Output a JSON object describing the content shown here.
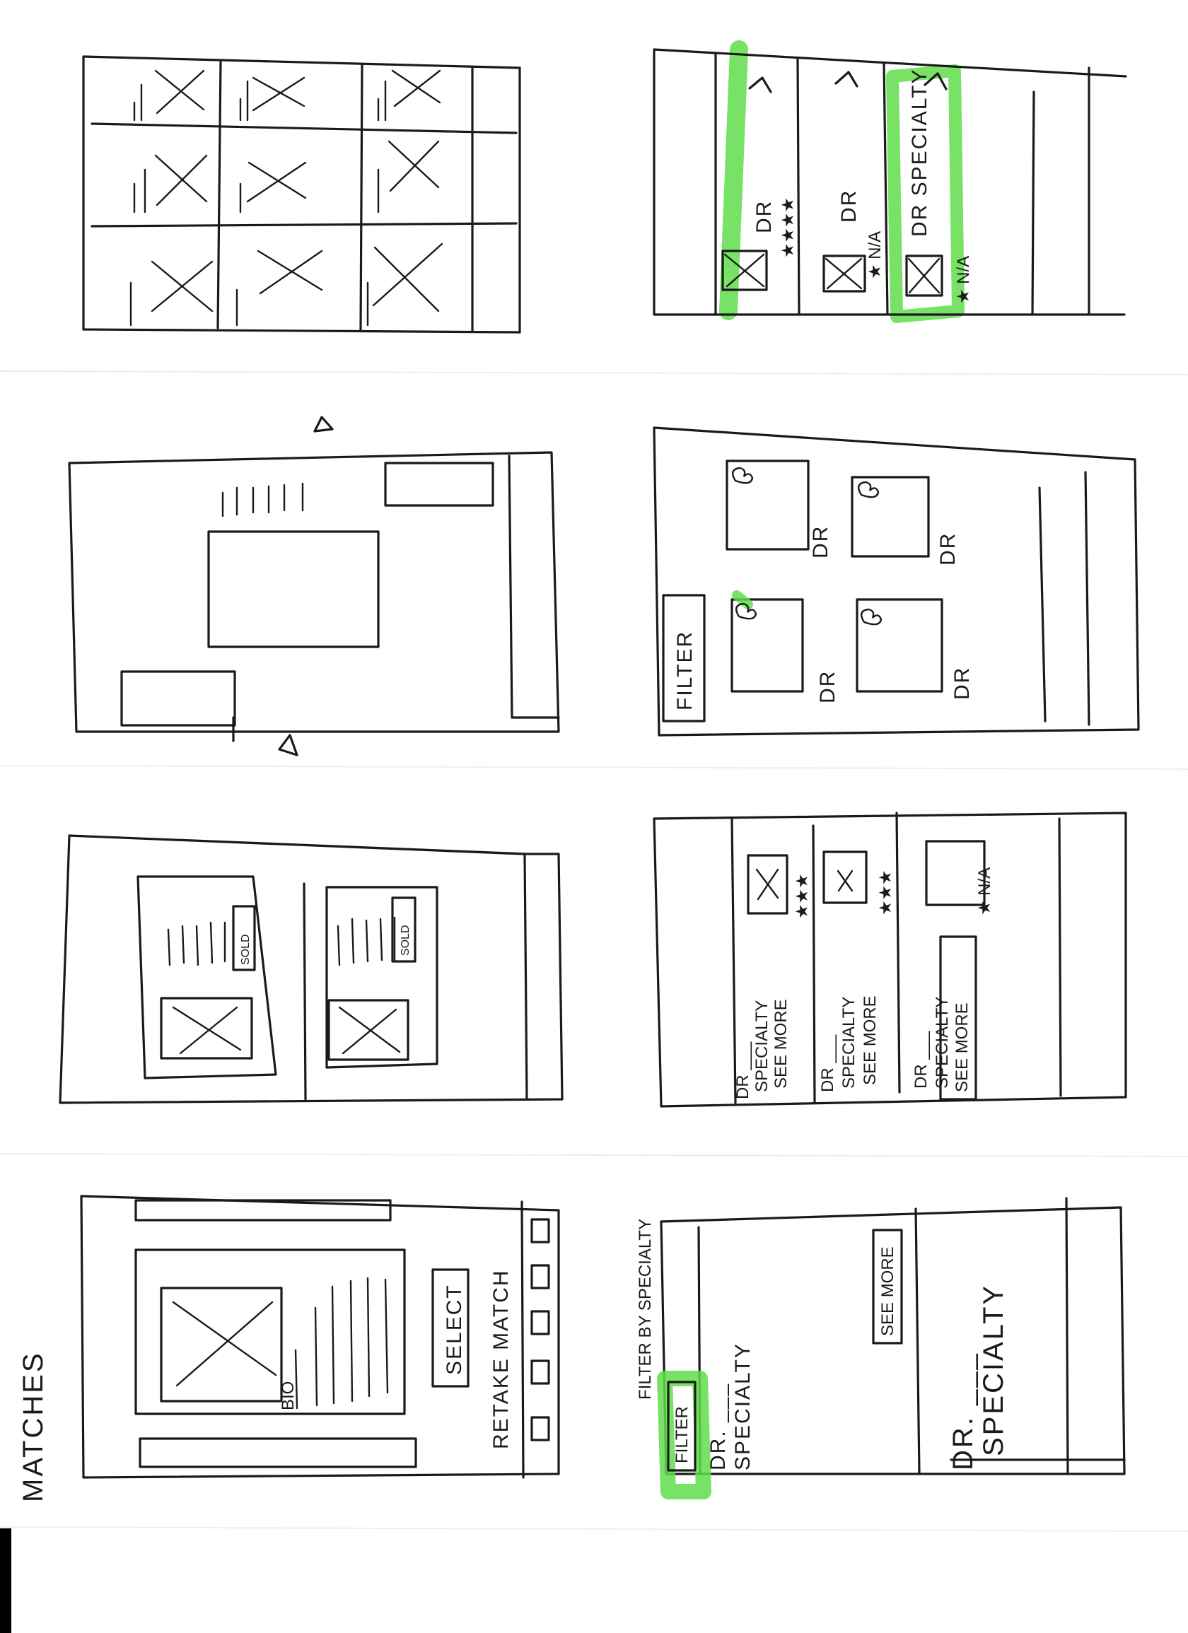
{
  "colors": {
    "ink": "#1a1a1a",
    "highlight": "#5fdd4a",
    "paper": "#ffffff",
    "scan_bar": "#000000"
  },
  "page_heading": "MATCHES",
  "annotations": {
    "filter_caption": "FILTER BY SPECIALTY"
  },
  "sketch_matches": {
    "bio_label": "BIO",
    "select_button": "SELECT",
    "retake_link": "RETAKE MATCH",
    "thumbnail_icon": "placeholder-image-icon"
  },
  "sketch_filter_list": {
    "filter_button": "FILTER",
    "rows": [
      {
        "title": "DR. ___",
        "subtitle": "SPECIALTY"
      },
      {
        "title": "DR. ___",
        "subtitle": "SPECIALTY"
      }
    ],
    "see_more": "SEE MORE"
  },
  "sketch_sold_cards": {
    "badges": [
      "SOLD",
      "SOLD"
    ]
  },
  "sketch_doctor_rows": {
    "rows": [
      {
        "title": "DR ___",
        "subtitle": "SPECIALTY",
        "link": "SEE MORE",
        "rating": "★★★"
      },
      {
        "title": "DR ___",
        "subtitle": "SPECIALTY",
        "link": "SEE MORE",
        "rating": "★★★"
      },
      {
        "title": "DR ___",
        "subtitle": "SPECIALTY",
        "link": "SEE MORE",
        "rating": "★ N/A"
      }
    ]
  },
  "sketch_favorites_grid": {
    "filter_button": "FILTER",
    "tiles": [
      "DR",
      "DR",
      "DR",
      "DR"
    ],
    "heart_icon": "heart-icon"
  },
  "sketch_doctor_selected": {
    "rows": [
      {
        "title": "DR",
        "rating": "★★★★"
      },
      {
        "title": "DR",
        "rating": "★ N/A"
      },
      {
        "title": "DR SPECIALTY",
        "rating": "★ N/A"
      }
    ],
    "chevron_icon": "chevron-up-icon"
  }
}
